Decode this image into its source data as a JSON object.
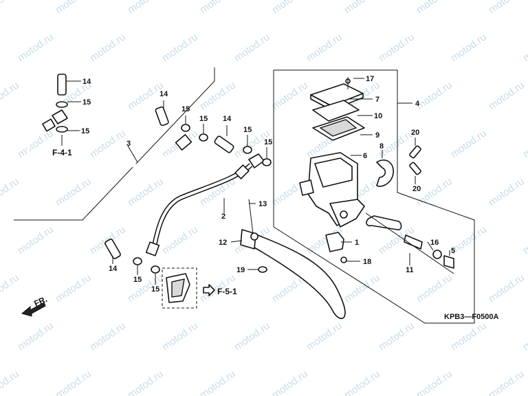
{
  "watermark": "motod.ru",
  "diagram_code": "KPB3—F0500A",
  "direction_label": "FR.",
  "refs": {
    "f41": "F-4-1",
    "f51": "F-5-1"
  },
  "parts": {
    "p1": "1",
    "p2": "2",
    "p3": "3",
    "p4": "4",
    "p5": "5",
    "p6": "6",
    "p7": "7",
    "p8": "8",
    "p9": "9",
    "p10": "10",
    "p11": "11",
    "p12": "12",
    "p13": "13",
    "p14": "14",
    "p15": "15",
    "p16": "16",
    "p17": "17",
    "p18": "18",
    "p19": "19",
    "p20": "20"
  }
}
